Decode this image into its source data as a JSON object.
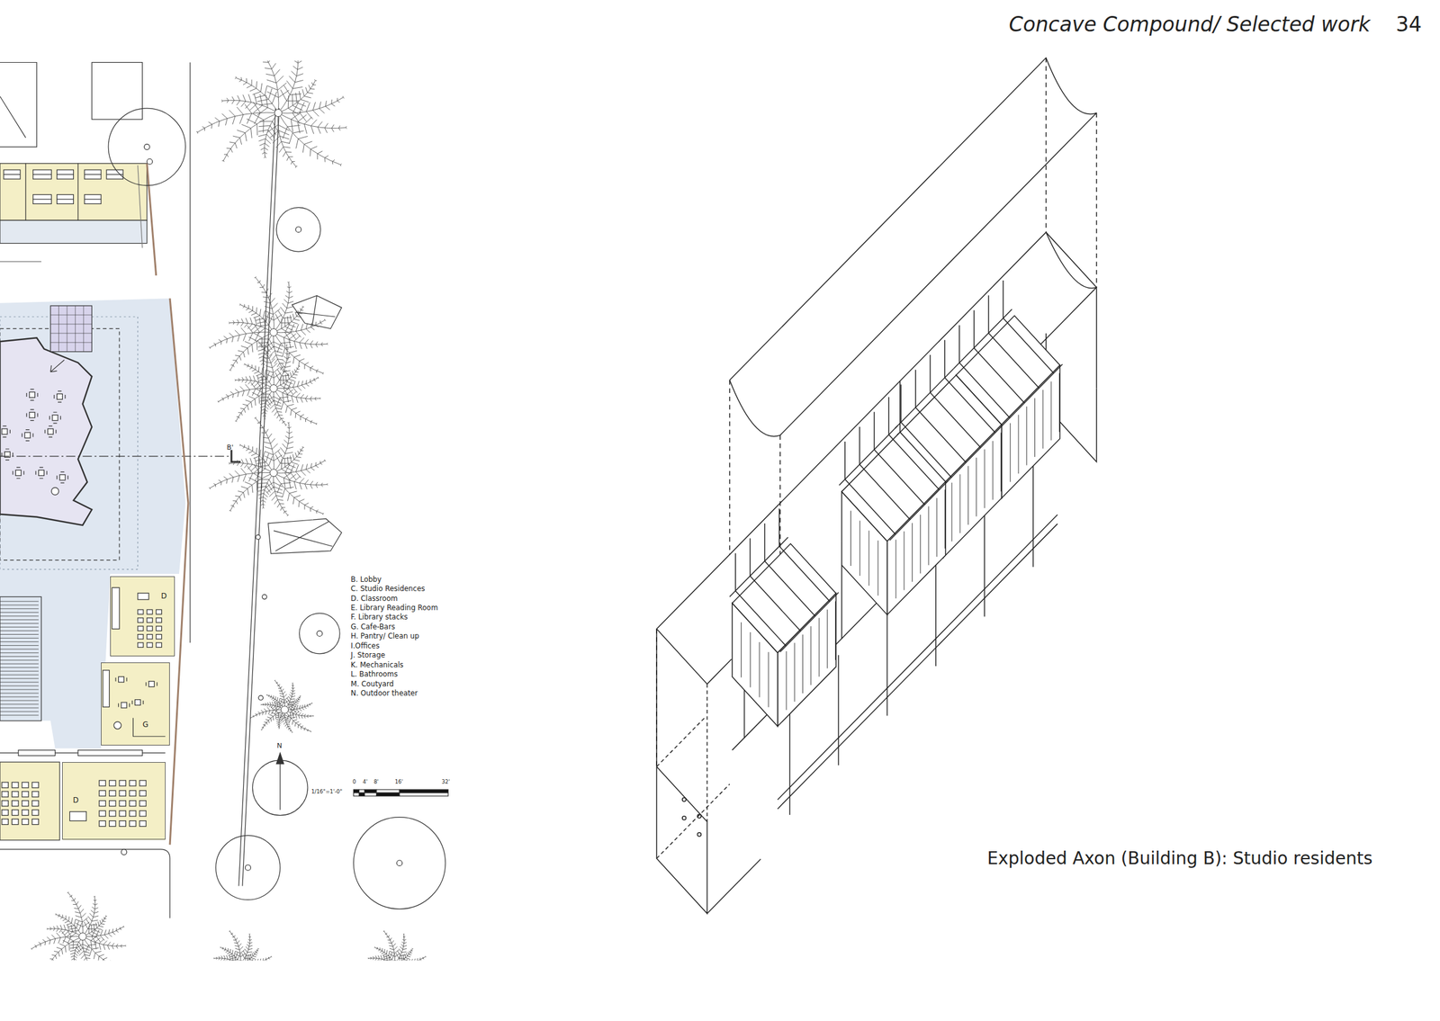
{
  "diagram": {
    "title": "Concave Compound/ Selected work",
    "caption": "Exploded Axon (Building B): Studio residents",
    "nodes": [
      {
        "text": [
          "D"
        ]
      },
      {
        "text": [
          "G"
        ]
      },
      {
        "text": [
          "D"
        ]
      }
    ],
    "labels": [
      "34",
      "B. Lobby",
      "C. Studio Residences",
      "D. Classroom",
      "E. Library Reading Room",
      "F. Library stacks",
      "G. Cafe-Bars",
      "H. Pantry/ Clean up",
      "I.Offices",
      "J. Storage",
      "K. Mechanicals",
      "L. Bathrooms",
      "M. Coutyard",
      "N. Outdoor theater",
      "B'",
      "N",
      "0",
      "4'",
      "8'",
      "16'",
      "32'",
      "1/16\"=1'-0\""
    ]
  }
}
